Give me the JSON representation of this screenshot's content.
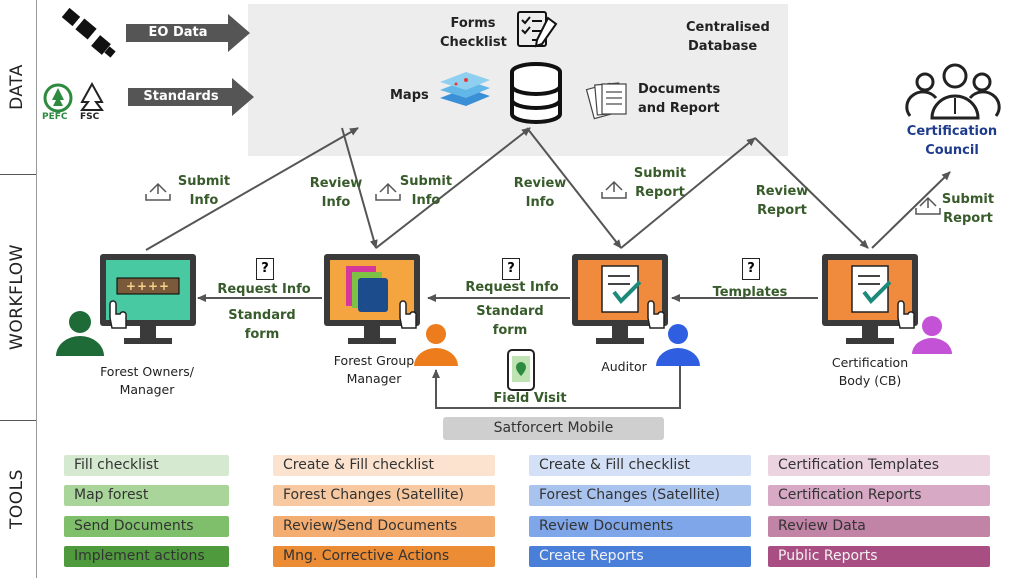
{
  "bands": {
    "data": "DATA",
    "workflow": "WORKFLOW",
    "tools": "TOOLS"
  },
  "inputs": {
    "eo_data": "EO Data",
    "standards": "Standards",
    "pefc": "PEFC",
    "fsc": "FSC"
  },
  "database": {
    "forms_checklist": [
      "Forms",
      "Checklist"
    ],
    "centralised_database": [
      "Centralised",
      "Database"
    ],
    "maps": "Maps",
    "documents_report": [
      "Documents",
      "and Report"
    ]
  },
  "certification_council": [
    "Certification",
    "Council"
  ],
  "flows": {
    "submit_info_1": [
      "Submit",
      "Info"
    ],
    "review_info_1": [
      "Review",
      "Info"
    ],
    "submit_info_2": [
      "Submit",
      "Info"
    ],
    "review_info_2": [
      "Review",
      "Info"
    ],
    "submit_report_1": [
      "Submit",
      "Report"
    ],
    "review_report": [
      "Review",
      "Report"
    ],
    "submit_report_2": [
      "Submit",
      "Report"
    ]
  },
  "exchanges": {
    "ex1": {
      "top": "Request Info",
      "bottom": "Standard form"
    },
    "ex2": {
      "top": "Request Info",
      "bottom": "Standard form"
    },
    "ex3": {
      "top": "Templates"
    }
  },
  "question_mark": "?",
  "screen_code": "++++",
  "actors": {
    "forest_owners": [
      "Forest Owners/",
      "Manager"
    ],
    "forest_group": [
      "Forest Group",
      "Manager"
    ],
    "auditor": "Auditor",
    "cb": [
      "Certification",
      "Body (CB)"
    ]
  },
  "field_visit": "Field Visit",
  "mobile_app": "Satforcert Mobile",
  "tools": {
    "col1": [
      "Fill checklist",
      "Map forest",
      "Send Documents",
      "Implement actions"
    ],
    "col2": [
      "Create & Fill checklist",
      "Forest Changes (Satellite)",
      "Review/Send Documents",
      "Mng. Corrective Actions"
    ],
    "col3": [
      "Create & Fill checklist",
      "Forest Changes (Satellite)",
      "Review Documents",
      "Create Reports"
    ],
    "col4": [
      "Certification Templates",
      "Certification Reports",
      "Review Data",
      "Public Reports"
    ]
  },
  "colors": {
    "green": [
      "#d5e8d0",
      "#a9d59b",
      "#7fbf6c",
      "#4f9a3d"
    ],
    "orange": [
      "#fbe3cf",
      "#f8c9a0",
      "#f4ad70",
      "#ec8c34"
    ],
    "blue": [
      "#d3e0f6",
      "#a9c3ef",
      "#7fa6e8",
      "#4a7fd9"
    ],
    "purple": [
      "#ecd3e0",
      "#d7a9c4",
      "#c184a7",
      "#a84e82"
    ]
  }
}
